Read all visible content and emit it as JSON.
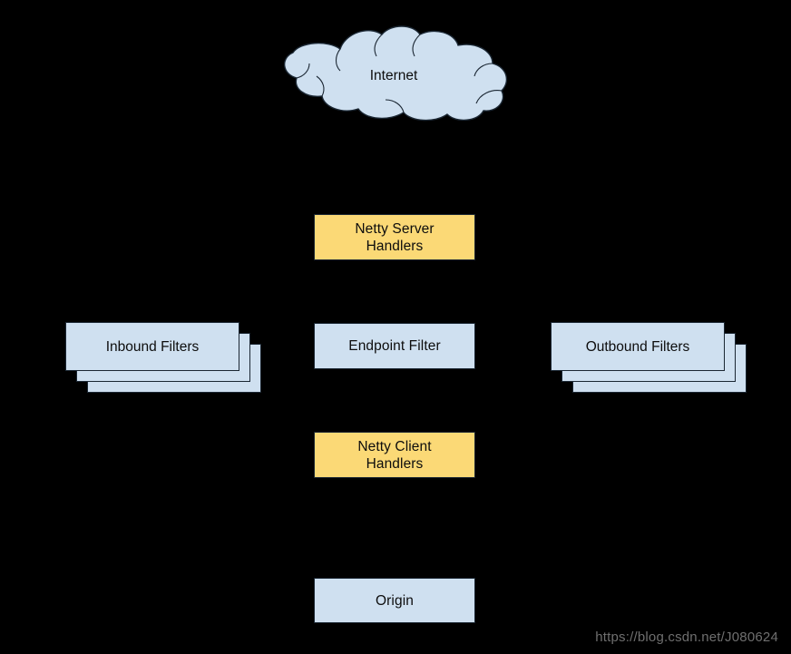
{
  "diagram": {
    "background_color": "#000000",
    "box_fill_blue": "#cfe0f0",
    "box_fill_yellow": "#fbd976",
    "box_stroke": "#1b2733",
    "text_color": "#0d0d0d",
    "cloud": {
      "label": "Internet",
      "shape": "cloud",
      "fill": "#cfe0f0"
    },
    "nodes": [
      {
        "id": "netty-server-handlers",
        "label": "Netty Server\nHandlers",
        "fill": "yellow",
        "column": "center",
        "row": 1
      },
      {
        "id": "inbound-filters",
        "label": "Inbound Filters",
        "fill": "blue",
        "column": "left",
        "row": 2,
        "stacked": true
      },
      {
        "id": "endpoint-filter",
        "label": "Endpoint Filter",
        "fill": "blue",
        "column": "center",
        "row": 2,
        "stacked": false
      },
      {
        "id": "outbound-filters",
        "label": "Outbound Filters",
        "fill": "blue",
        "column": "right",
        "row": 2,
        "stacked": true
      },
      {
        "id": "netty-client-handlers",
        "label": "Netty Client\nHandlers",
        "fill": "yellow",
        "column": "center",
        "row": 3
      },
      {
        "id": "origin",
        "label": "Origin",
        "fill": "blue",
        "column": "center",
        "row": 4
      }
    ],
    "watermark": "https://blog.csdn.net/J080624"
  }
}
